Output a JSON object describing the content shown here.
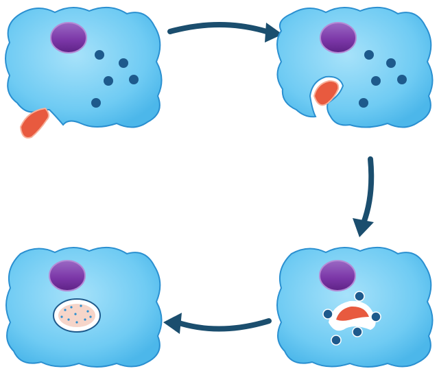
{
  "diagram": {
    "kind": "phagocytosis-cycle",
    "stages": [
      {
        "id": "approach",
        "phase": "approach"
      },
      {
        "id": "engulf",
        "phase": "engulf"
      },
      {
        "id": "lysosome-fusion",
        "phase": "lysosome-fusion"
      },
      {
        "id": "digestion",
        "phase": "digestion"
      }
    ],
    "arrows": [
      {
        "from": "approach",
        "to": "engulf"
      },
      {
        "from": "engulf",
        "to": "lysosome-fusion"
      },
      {
        "from": "lysosome-fusion",
        "to": "digestion"
      }
    ]
  },
  "colors": {
    "cell_fill": "#5CC4F0",
    "cell_inner": "#8FD8F7",
    "cell_outline": "#2A8FD0",
    "nucleus": "#7A35A6",
    "nucleus_light": "#A57BC8",
    "lysosome": "#1E5A8C",
    "particle": "#E85A3F",
    "particle_light": "#F39A7D",
    "arrow": "#1B4E6E",
    "vacuole": "#F6D5C9"
  }
}
